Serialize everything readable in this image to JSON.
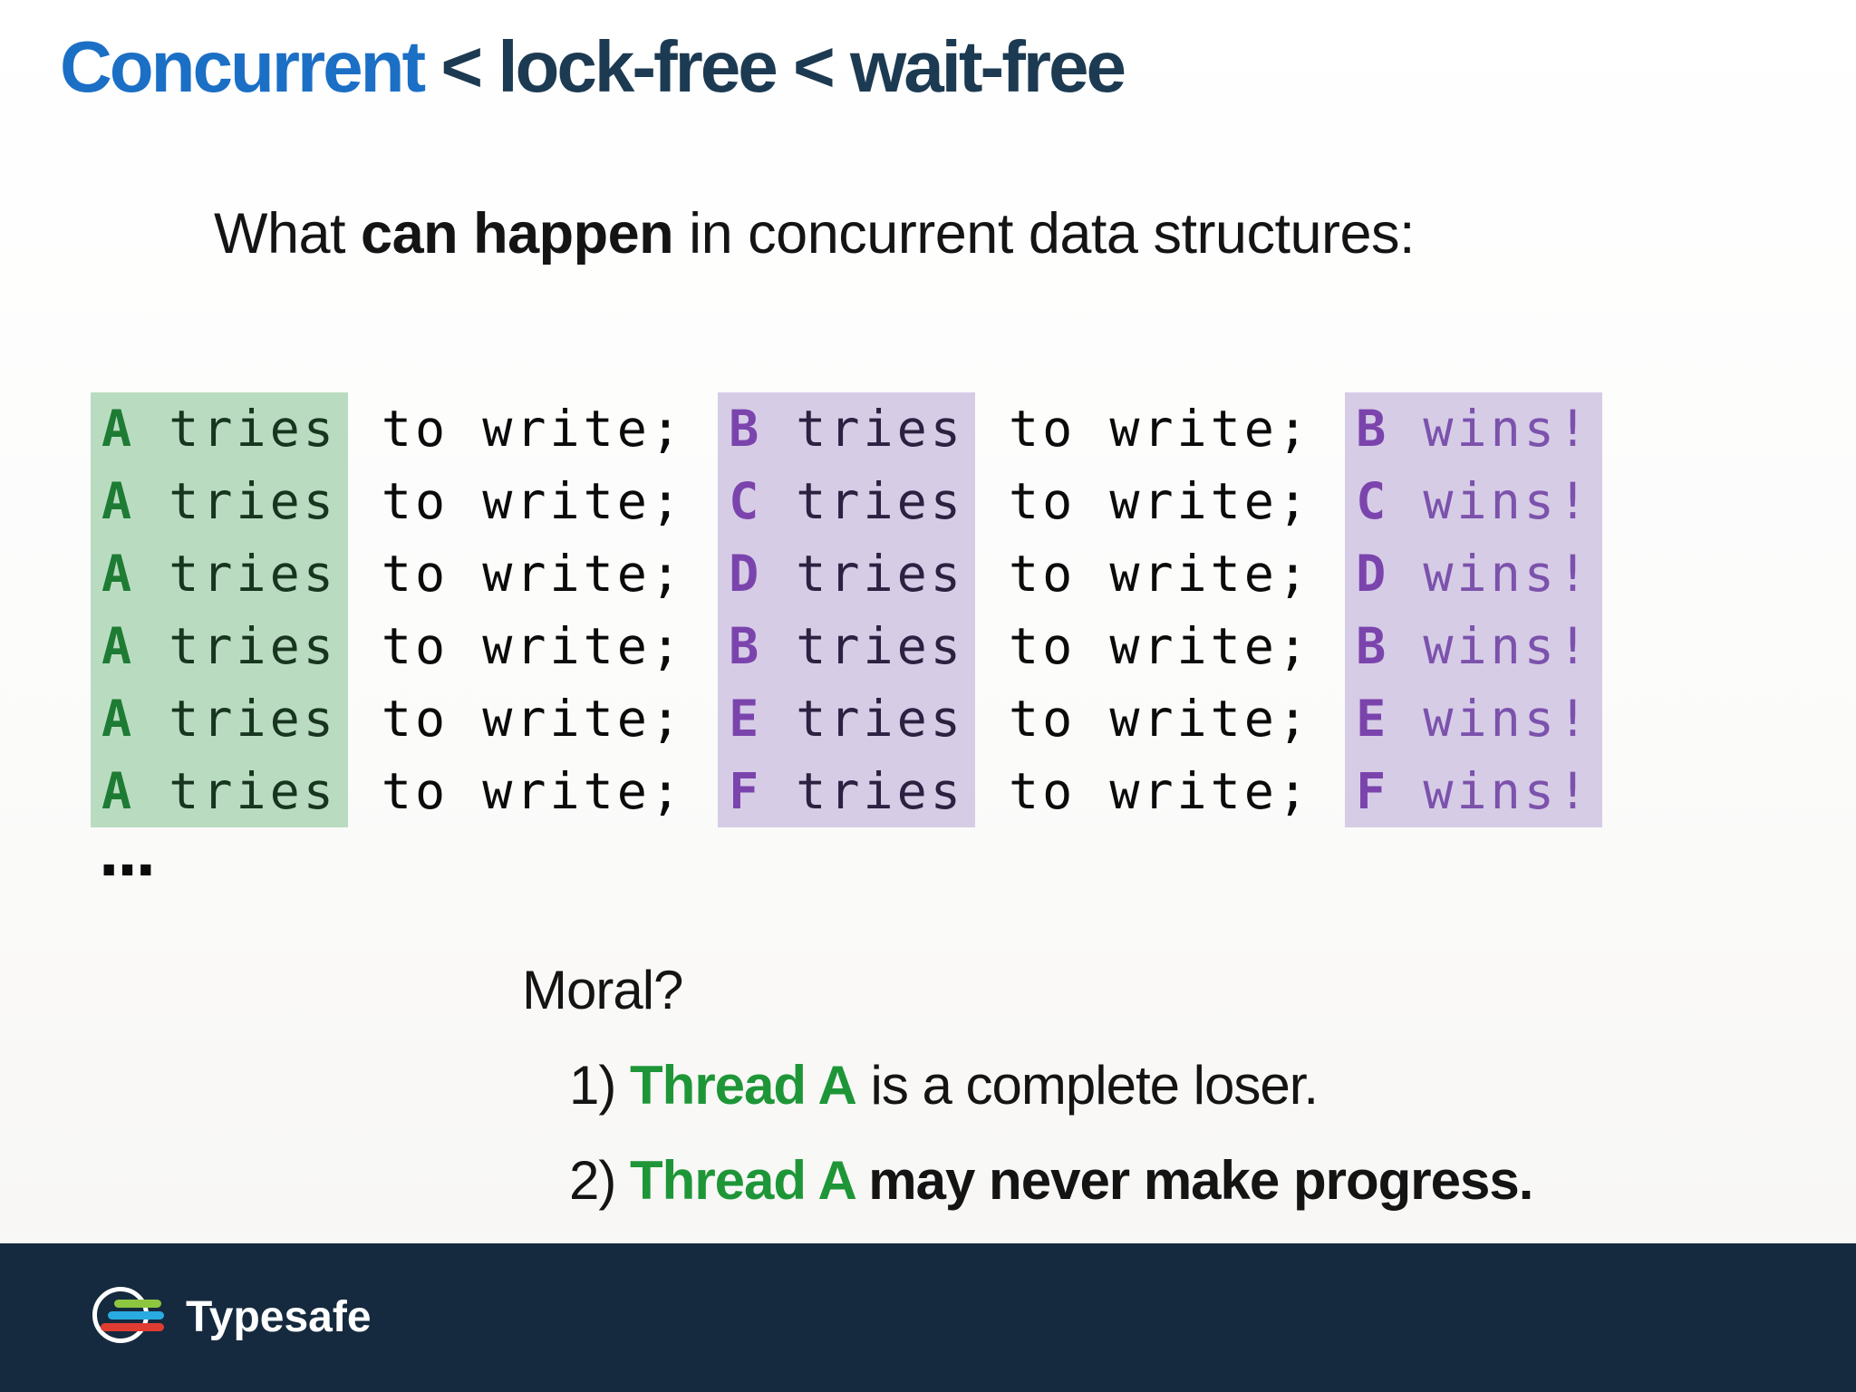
{
  "slide": {
    "title": {
      "highlight": "Concurrent",
      "rest": " < lock-free < wait-free"
    },
    "subtitle": {
      "pre": "What ",
      "bold": "can happen",
      "post": " in concurrent data structures:"
    },
    "code": {
      "rows": [
        {
          "a_letter": "A",
          "a_rest": " tries",
          "mid1": " to write; ",
          "t_letter": "B",
          "t_rest": " tries",
          "mid2": " to write; ",
          "w_letter": "B",
          "w_rest": " wins!"
        },
        {
          "a_letter": "A",
          "a_rest": " tries",
          "mid1": " to write; ",
          "t_letter": "C",
          "t_rest": " tries",
          "mid2": " to write; ",
          "w_letter": "C",
          "w_rest": " wins!"
        },
        {
          "a_letter": "A",
          "a_rest": " tries",
          "mid1": " to write; ",
          "t_letter": "D",
          "t_rest": " tries",
          "mid2": " to write; ",
          "w_letter": "D",
          "w_rest": " wins!"
        },
        {
          "a_letter": "A",
          "a_rest": " tries",
          "mid1": " to write; ",
          "t_letter": "B",
          "t_rest": " tries",
          "mid2": " to write; ",
          "w_letter": "B",
          "w_rest": " wins!"
        },
        {
          "a_letter": "A",
          "a_rest": " tries",
          "mid1": " to write; ",
          "t_letter": "E",
          "t_rest": " tries",
          "mid2": " to write; ",
          "w_letter": "E",
          "w_rest": " wins!"
        },
        {
          "a_letter": "A",
          "a_rest": " tries",
          "mid1": " to write; ",
          "t_letter": "F",
          "t_rest": " tries",
          "mid2": " to write; ",
          "w_letter": "F",
          "w_rest": " wins!"
        }
      ],
      "ellipsis": "..."
    },
    "moral": {
      "heading": "Moral?",
      "items": [
        {
          "num": "1) ",
          "thread": "Thread A",
          "rest": " is a complete loser."
        },
        {
          "num": "2) ",
          "thread": "Thread A",
          "rest": " may never make progress."
        }
      ]
    },
    "footer": {
      "brand": "Typesafe"
    },
    "colors": {
      "title_highlight": "#1b6fc5",
      "title_rest": "#1c3a52",
      "green_highlight_bg": "#b9dcc1",
      "purple_highlight_bg": "#d6cce6",
      "green_letter": "#1e7b33",
      "purple_letter": "#7b44ad",
      "wins_text": "#7c52ac",
      "moral_green": "#1e9638",
      "footer_bg": "#152a3e",
      "logo_bar_green": "#8dc63f",
      "logo_bar_blue": "#29abe2",
      "logo_bar_red": "#e03c31"
    }
  }
}
